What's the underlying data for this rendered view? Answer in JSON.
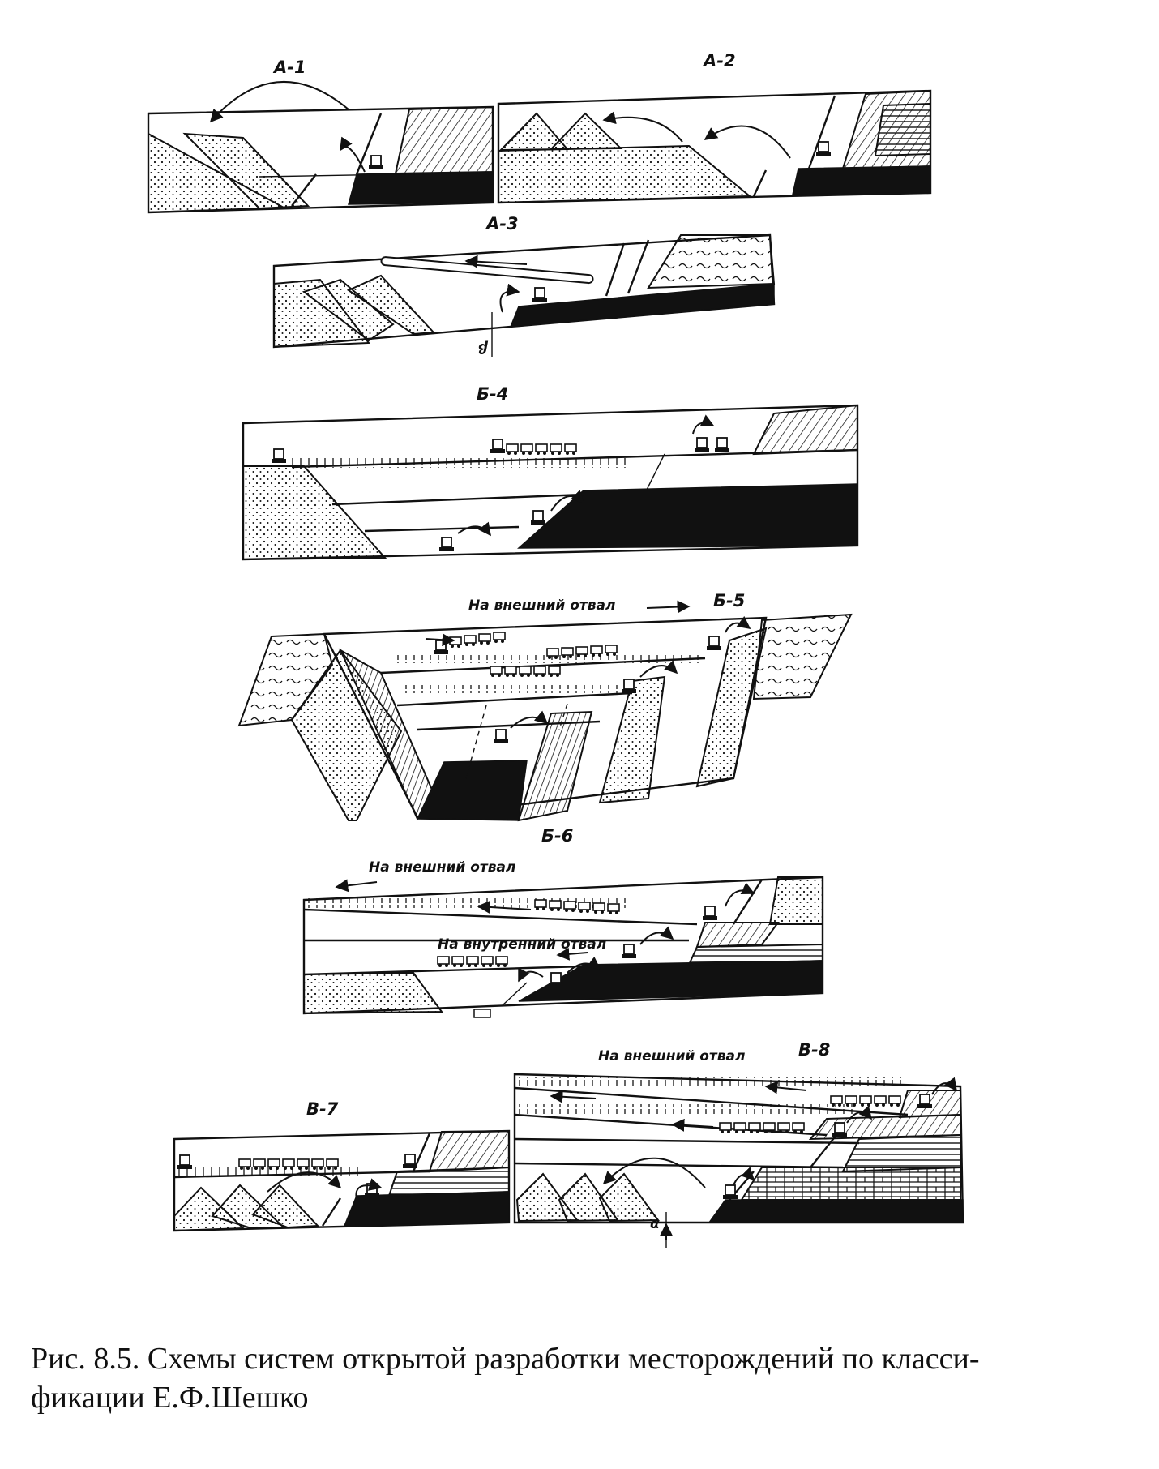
{
  "schemes": {
    "a1": "A-1",
    "a2": "A-2",
    "a3": "A-3",
    "b4": "Б-4",
    "b5": "Б-5",
    "b6": "Б-6",
    "v7": "В-7",
    "v8": "В-8"
  },
  "annotations": {
    "external_dump_b5": "На внешний отвал",
    "external_dump_b6": "На внешний отвал",
    "internal_dump_b6": "На внутренний отвал",
    "external_dump_v8": "На внешний отвал",
    "angle_a3": "β",
    "angle_v8": "α"
  },
  "caption": {
    "line1": "Рис. 8.5. Схемы систем открытой разработки месторождений по класси-",
    "line2": "фикации Е.Ф.Шешко"
  }
}
